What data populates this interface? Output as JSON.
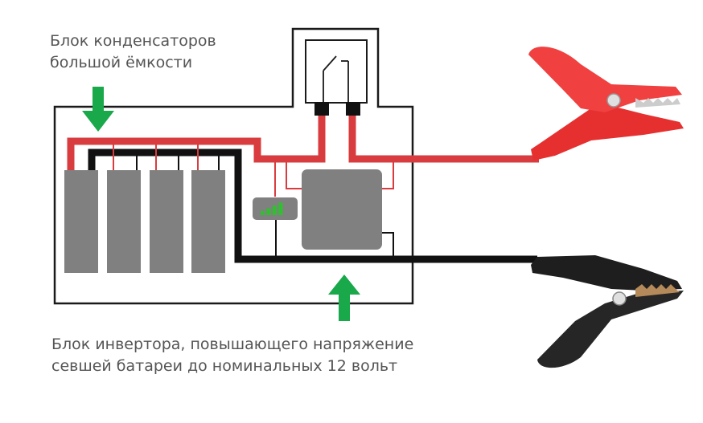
{
  "labels": {
    "capacitor_block": [
      "Блок конденсаторов",
      "большой ёмкости"
    ],
    "inverter_block": [
      "Блок инвертора, повышающего напряжение",
      "севшей батареи до номинальных 12 вольт"
    ]
  },
  "indicator": {
    "bars": 4,
    "lit": 4
  },
  "colors": {
    "positive_wire": "#d93c3f",
    "negative_wire": "#111111",
    "module": "#808080",
    "arrow": "#19a84a",
    "indicator": "#2fbf2f",
    "outline": "#1a1a1a",
    "clamp_red": "#ee2f2f",
    "clamp_black": "#222222"
  },
  "icons": [
    "arrow-down-icon",
    "arrow-up-icon",
    "relay-switch-icon",
    "charge-level-icon",
    "red-clamp-icon",
    "black-clamp-icon"
  ]
}
